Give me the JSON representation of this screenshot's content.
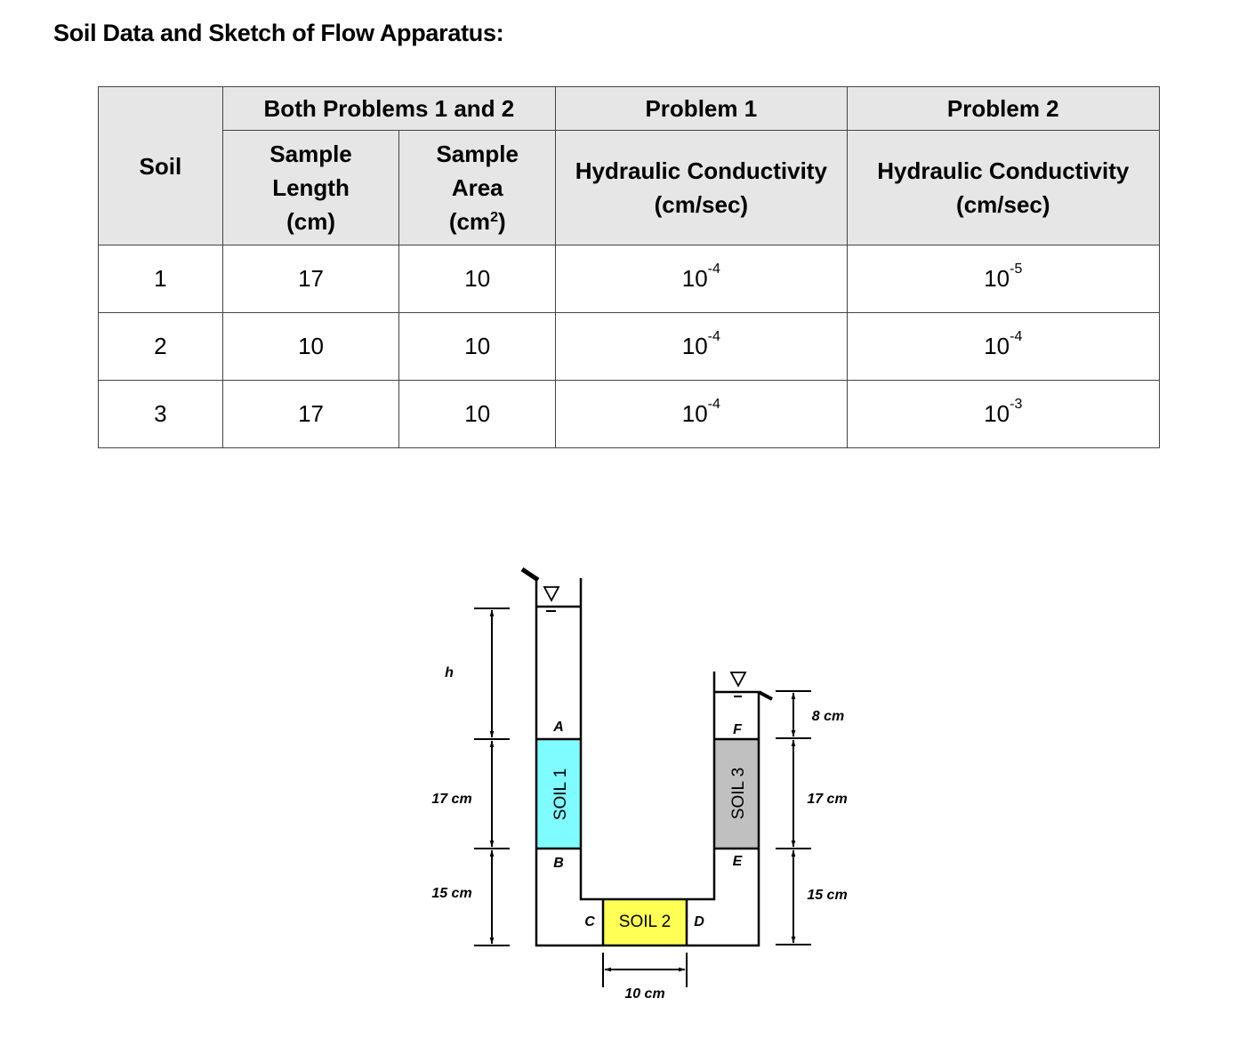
{
  "page": {
    "title": "Soil Data and Sketch of Flow Apparatus:"
  },
  "table": {
    "header_groups": {
      "soil": "Soil",
      "both": "Both Problems 1 and 2",
      "problem1": "Problem 1",
      "problem2": "Problem 2"
    },
    "columns": {
      "length_line1": "Sample",
      "length_line2": "Length",
      "length_line3": "(cm)",
      "area_line1": "Sample",
      "area_line2": "Area",
      "area_line3": "(cm",
      "area_sup": "2",
      "area_close": ")",
      "k1_line1": "Hydraulic Conductivity",
      "k1_line2": "(cm/sec)",
      "k2_line1": "Hydraulic Conductivity",
      "k2_line2": "(cm/sec)"
    },
    "rows": [
      {
        "soil": "1",
        "length": "17",
        "area": "10",
        "k1_base": "10",
        "k1_exp": "-4",
        "k2_base": "10",
        "k2_exp": "-5"
      },
      {
        "soil": "2",
        "length": "10",
        "area": "10",
        "k1_base": "10",
        "k1_exp": "-4",
        "k2_base": "10",
        "k2_exp": "-4"
      },
      {
        "soil": "3",
        "length": "17",
        "area": "10",
        "k1_base": "10",
        "k1_exp": "-4",
        "k2_base": "10",
        "k2_exp": "-3"
      }
    ]
  },
  "sketch": {
    "soil1_label": "SOIL 1",
    "soil2_label": "SOIL 2",
    "soil3_label": "SOIL 3",
    "points": {
      "a": "A",
      "b": "B",
      "c": "C",
      "d": "D",
      "e": "E",
      "f": "F"
    },
    "dims_left": {
      "h": "h",
      "soil1": "17 cm",
      "bottom": "15 cm"
    },
    "dims_right": {
      "top": "8 cm",
      "soil3": "17 cm",
      "bottom": "15 cm"
    },
    "dim_soil2": "10 cm",
    "colors": {
      "soil1": "#7ffcff",
      "soil2": "#ffff55",
      "soil3": "#c0c0c0"
    }
  }
}
